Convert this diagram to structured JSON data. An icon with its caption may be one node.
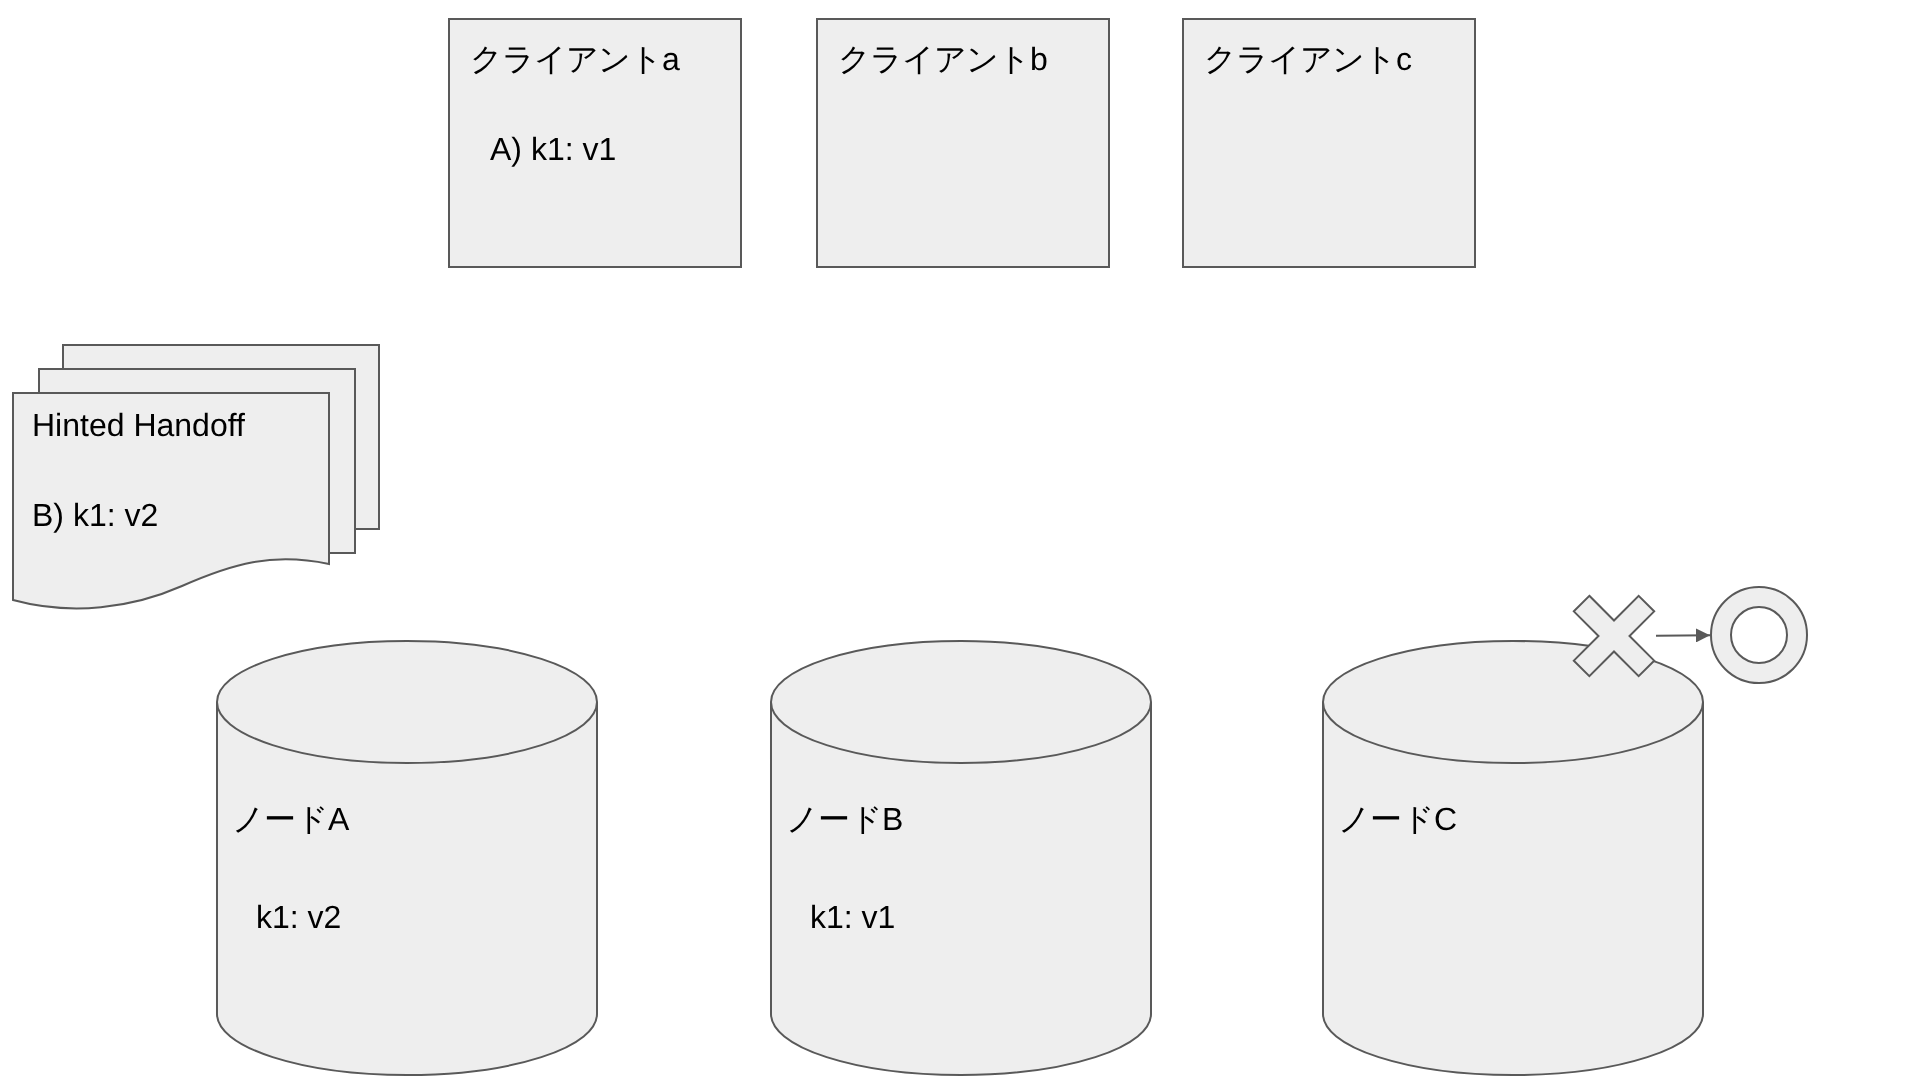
{
  "diagram": {
    "nodes": [
      {
        "text": [
          "クライアントa",
          "A) k1: v1"
        ]
      },
      {
        "text": [
          "クライアントb"
        ]
      },
      {
        "text": [
          "クライアントc"
        ]
      },
      {
        "text": [
          "Hinted Handoff",
          "B) k1: v2"
        ]
      },
      {
        "text": [
          "ノードA",
          "k1: v2"
        ]
      },
      {
        "text": [
          "ノードB",
          "k1: v1"
        ]
      },
      {
        "text": [
          "ノードC"
        ]
      },
      {
        "text": [],
        "shape": "cross"
      },
      {
        "text": [],
        "shape": "circle"
      }
    ],
    "edges": [
      {
        "from": 7,
        "to": 8,
        "arrow": "to"
      }
    ]
  }
}
